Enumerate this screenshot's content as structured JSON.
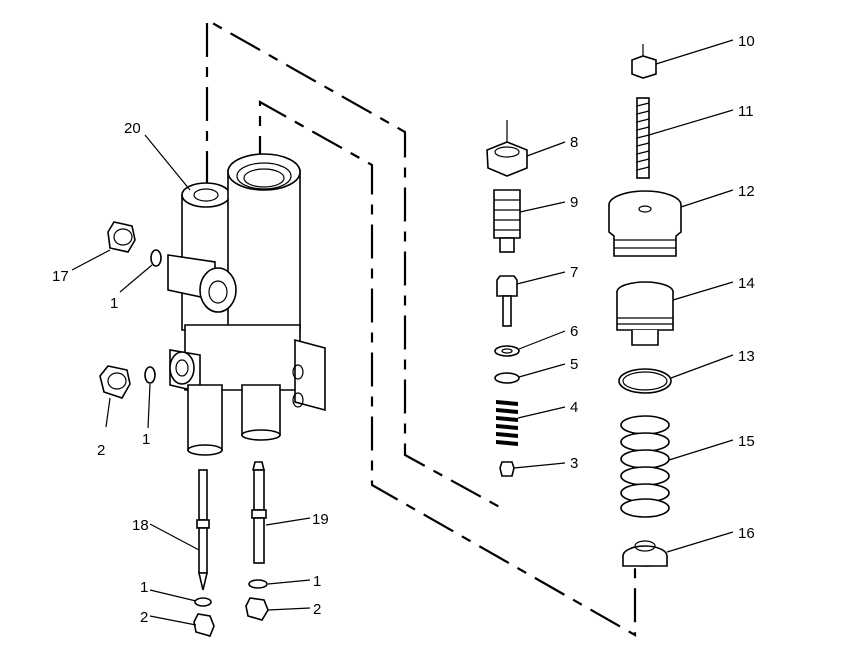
{
  "callouts": {
    "c20": "20",
    "c17": "17",
    "c1a": "1",
    "c2a": "2",
    "c1b": "1",
    "c18": "18",
    "c19": "19",
    "c1c": "1",
    "c2b": "2",
    "c1d": "1",
    "c2c": "2",
    "c8": "8",
    "c9": "9",
    "c7": "7",
    "c6": "6",
    "c5": "5",
    "c4": "4",
    "c3": "3",
    "c10": "10",
    "c11": "11",
    "c12": "12",
    "c14": "14",
    "c13": "13",
    "c15": "15",
    "c16": "16"
  }
}
